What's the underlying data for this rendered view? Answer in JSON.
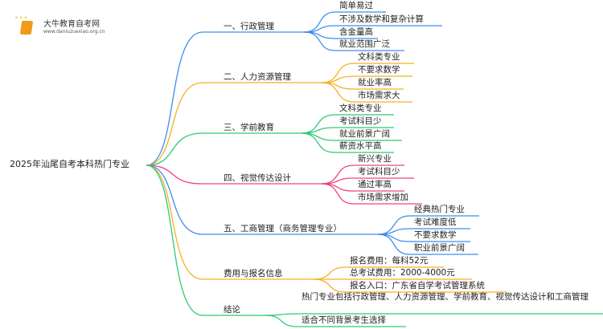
{
  "logo": {
    "title": "大牛教育自考网",
    "url": "www.daniuzuexiao.org.cn"
  },
  "root": "2025年汕尾自考本科热门专业",
  "branches": [
    {
      "label": "一、行政管理",
      "color": "#3d8ef0",
      "leaves": [
        "简单易过",
        "不涉及数学和复杂计算",
        "含金量高",
        "就业范围广泛"
      ]
    },
    {
      "label": "二、人力资源管理",
      "color": "#f5b024",
      "leaves": [
        "文科类专业",
        "不要求数学",
        "就业率高",
        "市场需求大"
      ]
    },
    {
      "label": "三、学前教育",
      "color": "#2ecb72",
      "leaves": [
        "文科类专业",
        "考试科目少",
        "就业前景广阔",
        "薪资水平高"
      ]
    },
    {
      "label": "四、视觉传达设计",
      "color": "#f0437f",
      "leaves": [
        "新兴专业",
        "考试科目少",
        "通过率高",
        "市场需求增加"
      ]
    },
    {
      "label": "五、工商管理（商务管理专业）",
      "color": "#3d8ef0",
      "leaves": [
        "经典热门专业",
        "考试难度低",
        "不要求数学",
        "职业前景广阔"
      ]
    },
    {
      "label": "费用与报名信息",
      "color": "#f5b024",
      "leaves": [
        "报名费用：每科52元",
        "总考试费用：2000-4000元",
        "报名入口：广东省自学考试管理系统"
      ]
    },
    {
      "label": "结论",
      "color": "#2ecb72",
      "leaves": [
        "热门专业包括行政管理、人力资源管理、学前教育、视觉传达设计和工商管理",
        "适合不同背景考生选择"
      ]
    }
  ]
}
